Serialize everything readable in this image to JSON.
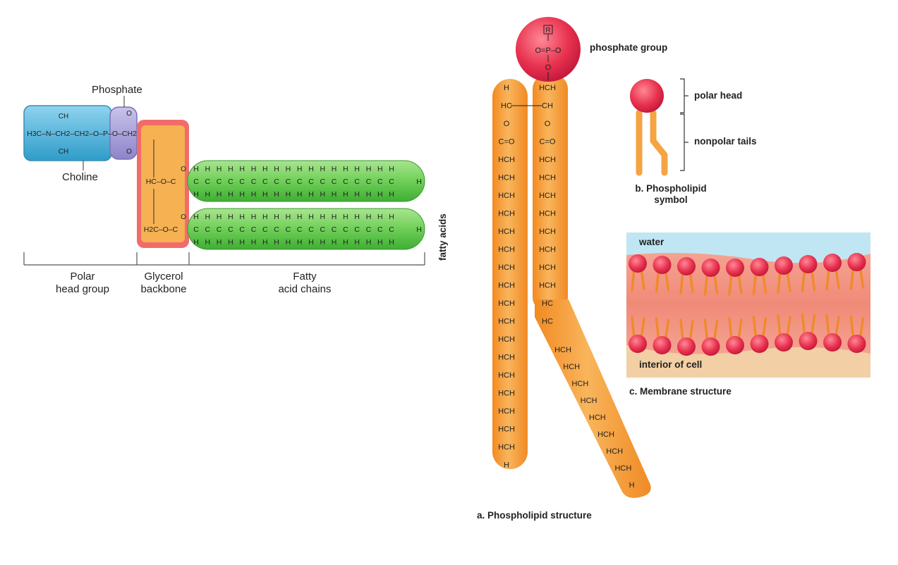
{
  "left_diagram": {
    "phosphate_label": "Phosphate",
    "choline_label": "Choline",
    "choline_formula": {
      "ch3_top": "CH",
      "ch3_bottom": "CH",
      "main": "H3C–N–CH2–CH2–O–P–O–CH2"
    },
    "glycerol_rows": [
      "HC–O–C",
      "H2C–O–C"
    ],
    "chain_h": "H",
    "chain_c": "C",
    "ranges": [
      {
        "line1": "Polar",
        "line2": "head group"
      },
      {
        "line1": "Glycerol",
        "line2": "backbone"
      },
      {
        "line1": "Fatty",
        "line2": "acid chains"
      }
    ]
  },
  "structure": {
    "phosphate_group_label": "phosphate group",
    "head_r": "R",
    "head_row": "O=P–O",
    "head_o": "O",
    "left_chain": [
      "H",
      "HC",
      "O",
      "C=O",
      "HCH",
      "HCH",
      "HCH",
      "HCH",
      "HCH",
      "HCH",
      "HCH",
      "HCH",
      "HCH",
      "HCH",
      "HCH",
      "HCH",
      "HCH",
      "HCH",
      "HCH",
      "HCH",
      "HCH",
      "H"
    ],
    "right_chain_top": [
      "HCH",
      "CH",
      "O",
      "C=O",
      "HCH",
      "HCH",
      "HCH",
      "HCH",
      "HCH",
      "HCH",
      "HCH",
      "HCH",
      "HC",
      "HC"
    ],
    "right_chain_bent": [
      "HCH",
      "HCH",
      "HCH",
      "HCH",
      "HCH",
      "HCH",
      "HCH",
      "HCH",
      "H"
    ],
    "fatty_acids_label": "fatty acids",
    "caption": "a. Phospholipid structure"
  },
  "symbol": {
    "polar_head": "polar head",
    "nonpolar_tails": "nonpolar tails",
    "caption_line1": "b. Phospholipid",
    "caption_line2": "symbol"
  },
  "membrane": {
    "water": "water",
    "interior": "interior of cell",
    "caption": "c. Membrane structure"
  },
  "colors": {
    "choline": "#4fb3d9",
    "phosphate": "#a79fd6",
    "glycerol_outer": "#ef5f5f",
    "glycerol_inner": "#f5a64a",
    "fatty": "#7ed36a",
    "orange": "#f6a340",
    "head_red": "#e8324f",
    "water": "#bfe6f2",
    "cell": "#f2cfa4",
    "membrane": "#f39a86"
  }
}
